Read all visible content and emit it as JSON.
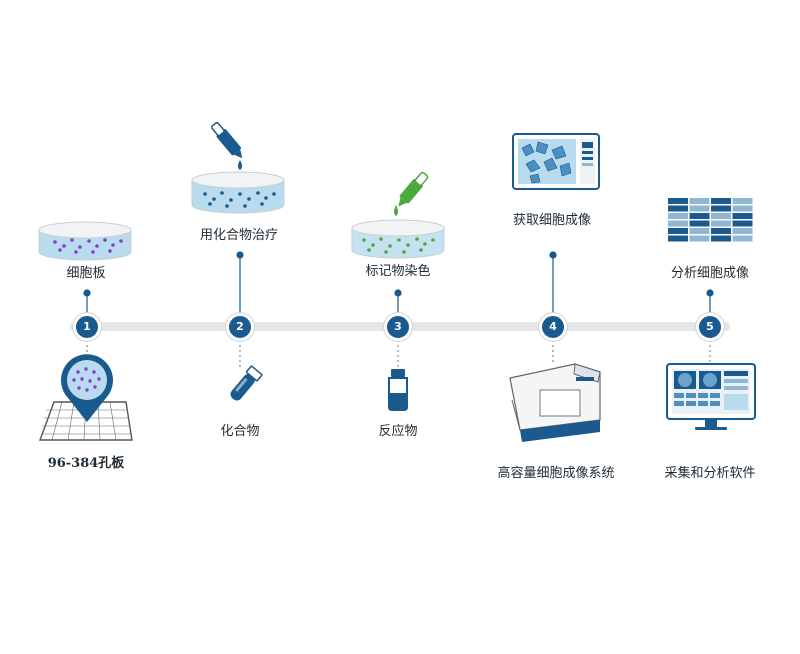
{
  "colors": {
    "primary": "#1a5a8e",
    "timeline": "#e4e6e8",
    "dish_fill": "#b9dbee",
    "purple_dots": "#8a3ccf",
    "green_dots": "#4caa3c",
    "blue_dots": "#1a5a8e"
  },
  "steps": [
    {
      "number": "1",
      "top_label": "细胞板",
      "bottom_label": "96-384孔板",
      "top_icon": "petri-dish-purple-icon",
      "bottom_icon": "well-plate-icon"
    },
    {
      "number": "2",
      "top_label": "用化合物治疗",
      "bottom_label": "化合物",
      "top_icon": "dropper-dish-icon",
      "bottom_icon": "compound-vial-icon"
    },
    {
      "number": "3",
      "top_label": "标记物染色",
      "bottom_label": "反应物",
      "top_icon": "dropper-dish-green-icon",
      "bottom_icon": "reagent-bottle-icon"
    },
    {
      "number": "4",
      "top_label": "获取细胞成像",
      "bottom_label": "高容量细胞成像系统",
      "top_icon": "cell-image-monitor-icon",
      "bottom_icon": "imaging-system-icon"
    },
    {
      "number": "5",
      "top_label": "分析细胞成像",
      "bottom_label": "采集和分析软件",
      "top_icon": "heatmap-icon",
      "bottom_icon": "analysis-software-icon"
    }
  ]
}
